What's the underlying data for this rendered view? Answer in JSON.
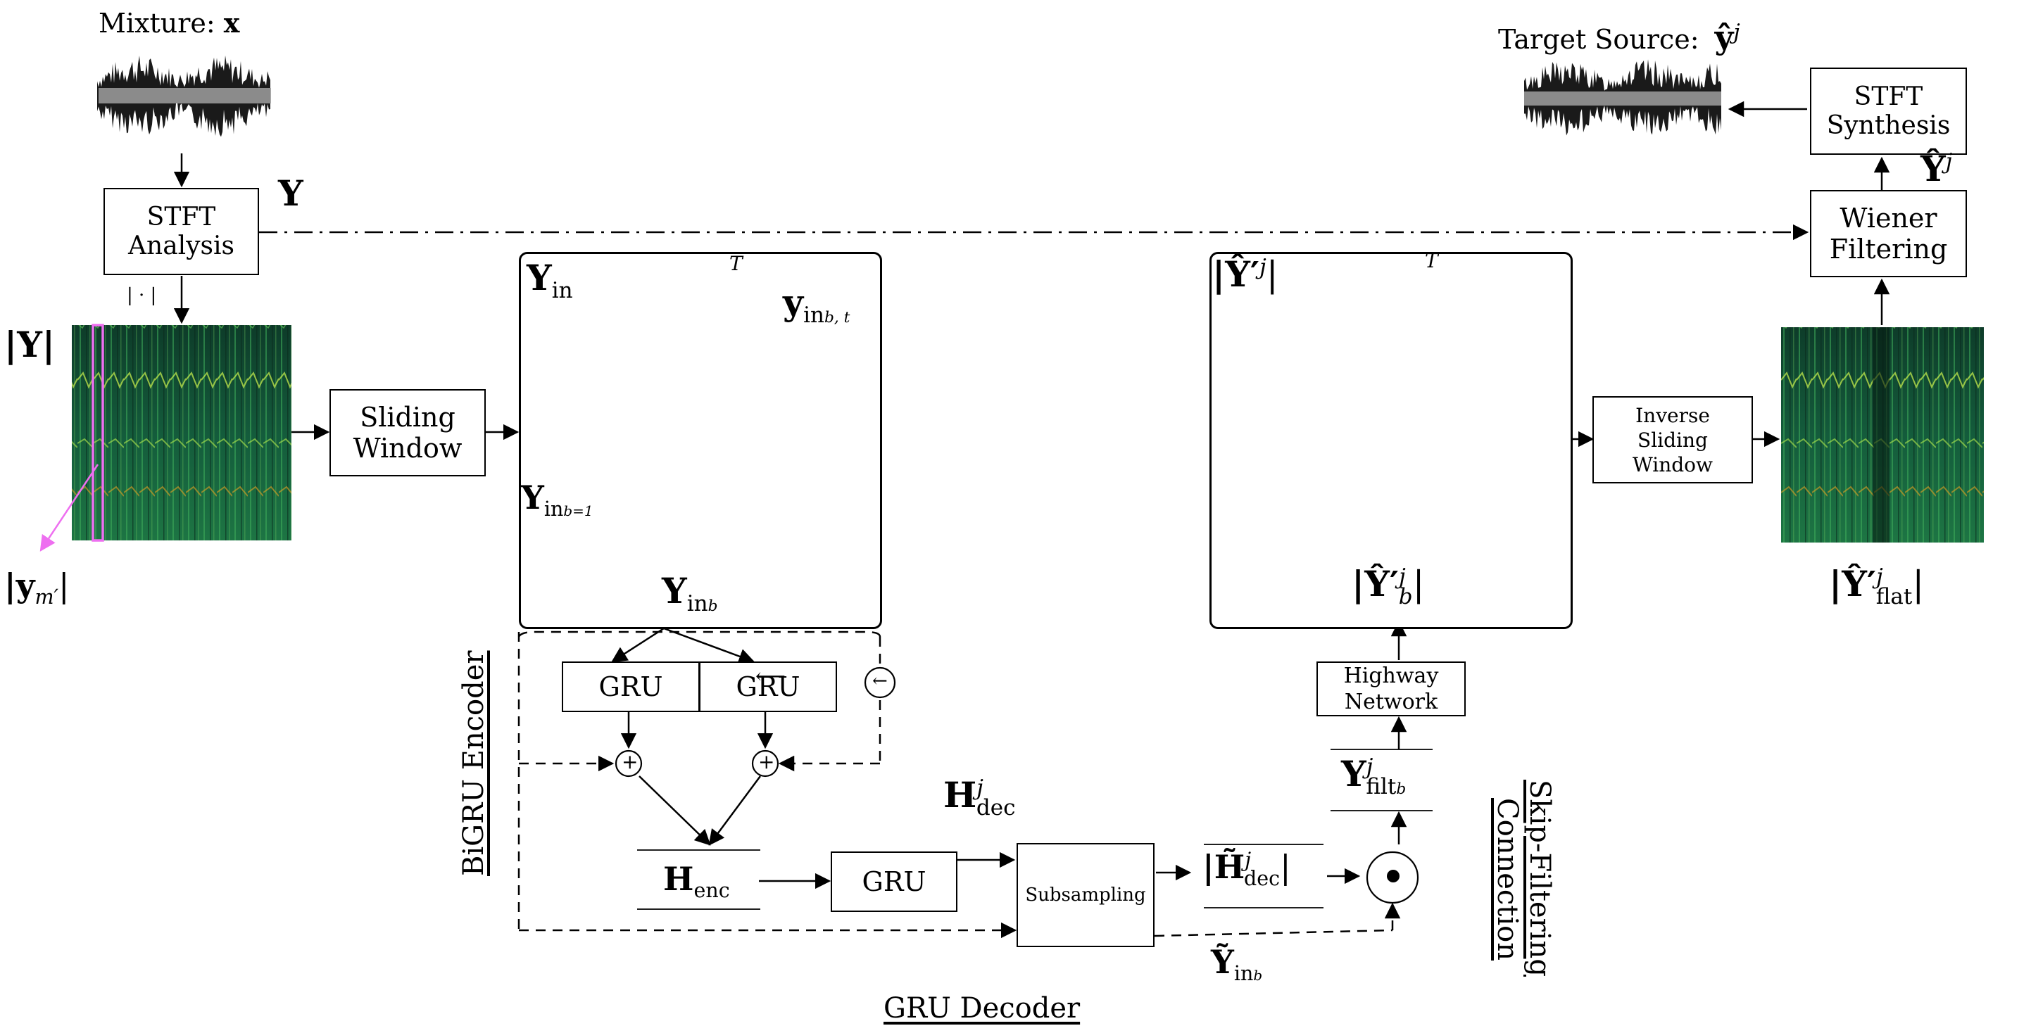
{
  "inputs": {
    "mixture_label": "Mixture:",
    "mixture_symbol": "x"
  },
  "outputs": {
    "target_label": "Target Source:",
    "target_symbol": "ŷ",
    "target_sup": "j"
  },
  "blocks": {
    "stft_analysis": [
      "STFT",
      "Analysis"
    ],
    "stft_synthesis": [
      "STFT",
      "Synthesis"
    ],
    "wiener": [
      "Wiener",
      "Filtering"
    ],
    "sliding_window": [
      "Sliding",
      "Window"
    ],
    "inverse_sliding": [
      "Inverse",
      "Sliding",
      "Window"
    ],
    "highway": [
      "Highway",
      "Network"
    ],
    "gru_fwd": "GRU",
    "gru_bwd": "GRU",
    "gru_dec": "GRU",
    "subsampling": "Subsampling",
    "reverse_symbol": "←",
    "plus_symbol": "+",
    "hadamard_symbol": "⊙"
  },
  "symbols": {
    "Y": "Y",
    "Y_abs": "|Y|",
    "abs_op": "| · |",
    "y_m_prime": "|y",
    "y_m_prime_sub": "m′",
    "Y_in": "Y",
    "Y_in_sub": "in",
    "Y_in_b": "Y",
    "Y_in_b_sub": "in",
    "Y_in_b_subsub": "b",
    "Y_in_b1": "Y",
    "Y_in_b1_sub": "in",
    "Y_in_b1_subsub": "b=1",
    "y_in_bt": "y",
    "y_in_bt_sub": "in",
    "y_in_bt_subsub": "b, t",
    "T": "T",
    "Y_hat_prime": "|Ŷ′",
    "Y_hat_prime_sup": "j",
    "Y_hat_prime_b": "|Ŷ′",
    "Y_hat_prime_b_sup": "j",
    "Y_hat_prime_b_sub": "b",
    "Y_hat_prime_flat": "|Ŷ′",
    "Y_hat_prime_flat_sup": "j",
    "Y_hat_prime_flat_sub": "flat",
    "Y_hat_j": "Ŷ",
    "Y_hat_j_sup": "j",
    "H_enc": "H",
    "H_enc_sub": "enc",
    "H_dec": "H",
    "H_dec_sup": "j",
    "H_dec_sub": "dec",
    "H_tilde_dec": "|H̃",
    "H_tilde_dec_sup": "j",
    "H_tilde_dec_sub": "dec",
    "Y_filt": "Y",
    "Y_filt_sup": "j",
    "Y_filt_sub": "filt",
    "Y_filt_subsub": "b",
    "Y_tilde_in": "Ỹ",
    "Y_tilde_in_sub": "in",
    "Y_tilde_in_subsub": "b"
  },
  "section_labels": {
    "bigru_encoder": "BiGRU Encoder",
    "gru_decoder": "GRU Decoder",
    "skip_filtering": [
      "Skip-Filtering",
      "Connection"
    ]
  }
}
